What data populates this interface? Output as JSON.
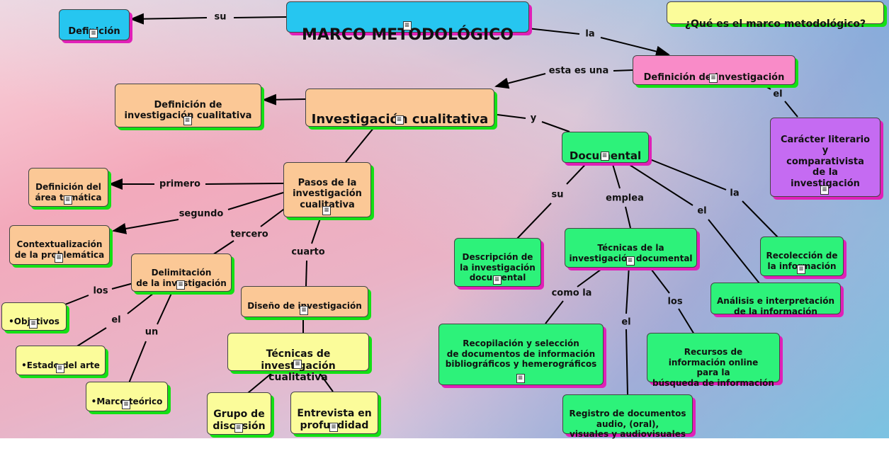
{
  "nodes": {
    "marco": "MARCO METODOLÓGICO",
    "definicion": "Definición",
    "pregunta": "¿Qué es el marco metodológico?",
    "def_investigacion": "Definición de Investigación",
    "caracter": "Carácter literario\ny\ncomparativista\nde la\ninvestigación",
    "inv_cualitativa": "Investigación cualitativa",
    "def_inv_cualitativa": "Definición de\ninvestigación cualitativa",
    "documental": "Documental",
    "pasos": "Pasos de la\ninvestigación\ncualitativa",
    "def_area": "Definición del\nárea temática",
    "contextualizacion": "Contextualización\nde la problemática",
    "delimitacion": "Delimitación\nde la investigación",
    "objetivos": "•Objetivos",
    "estado_arte": "•Estado del arte",
    "marco_teorico": "•Marco teórico",
    "diseno": "Diseño de investigación",
    "tecnicas_cual": "Técnicas de\ninvestigación cualitativa",
    "grupo": "Grupo de\ndiscusión",
    "entrevista": "Entrevista en\nprofundidad",
    "descripcion": "Descripción de\nla investigación\ndocumental",
    "tecnicas_doc": "Técnicas de la\ninvestigación documental",
    "recoleccion": "Recolección de\nla información",
    "analisis": "Análisis e interpretación\nde la información",
    "recopilacion": "Recopilación y selección\nde documentos de información\nbibliográficos y hemerográficos",
    "recursos": "Recursos de\ninformación online\npara la\nbúsqueda de información",
    "registro": "Registro de documentos\naudio, (oral),\nvisuales y audiovisuales"
  },
  "labels": {
    "su1": "su",
    "la1": "la",
    "esta_es_una": "esta es una",
    "el1": "el",
    "y": "y",
    "primero": "primero",
    "segundo": "segundo",
    "tercero": "tercero",
    "cuarto": "cuarto",
    "los1": "los",
    "el2": "el",
    "un": "un",
    "su2": "su",
    "emplea": "emplea",
    "el3": "el",
    "la2": "la",
    "como_la": "como la",
    "los2": "los",
    "el4": "el"
  },
  "colors": {
    "cyan": "#26c6f0",
    "orange": "#fbc896",
    "pink": "#f98bc8",
    "purple": "#c56bf2",
    "green": "#2df27a",
    "yellow": "#fbfc9a",
    "shadow_magenta": "#e020b8",
    "shadow_green": "#14e014"
  },
  "icons": {
    "node_resource": "document-icon"
  }
}
